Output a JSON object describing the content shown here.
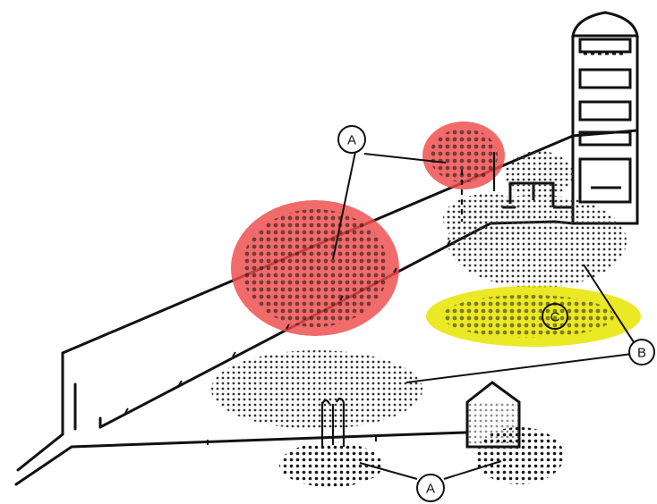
{
  "diagram": {
    "labels": {
      "a_top": "A",
      "a_bottom": "A",
      "b_right": "B",
      "c_center": "C"
    },
    "colors": {
      "line": "#111111",
      "dot": "#1a1a1a",
      "red_highlight": "#ef4a4a",
      "yellow_highlight": "#e8e400"
    }
  }
}
